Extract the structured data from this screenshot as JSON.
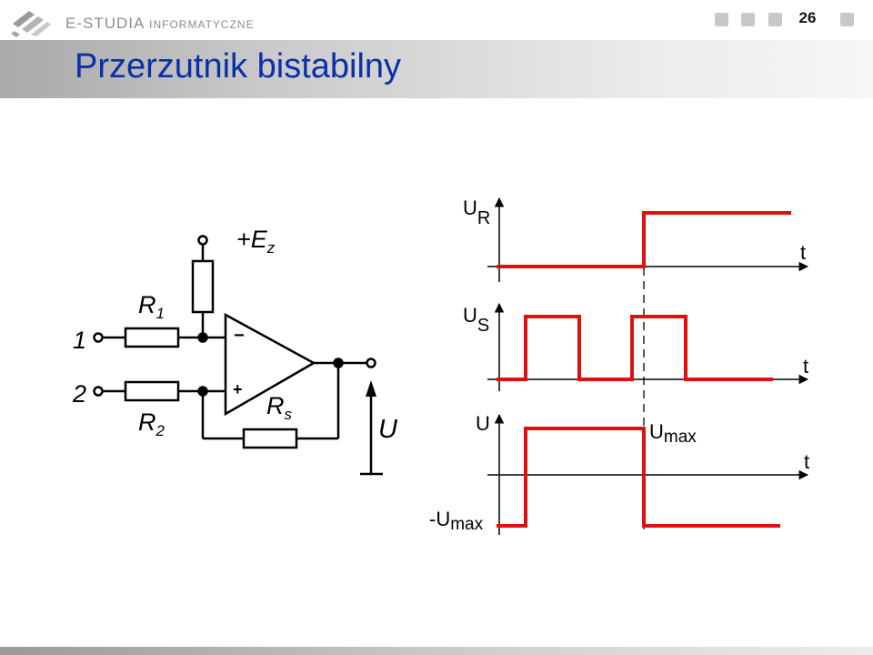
{
  "header": {
    "logo_text": "E-STUDIA",
    "logo_subtext": "INFORMATYCZNE",
    "page_number": "26"
  },
  "slide": {
    "title": "Przerzutnik bistabilny"
  },
  "circuit": {
    "supply_label": "+E",
    "supply_sub": "z",
    "r1_label": "R",
    "r1_sub": "1",
    "r2_label": "R",
    "r2_sub": "2",
    "rs_label": "R",
    "rs_sub": "s",
    "input1_label": "1",
    "input2_label": "2",
    "minus_sign": "−",
    "plus_sign": "+",
    "output_label": "U"
  },
  "waveforms": {
    "ur_label": "U",
    "ur_sub": "R",
    "us_label": "U",
    "us_sub": "S",
    "u_label": "U",
    "t_label": "t",
    "umax_label": "U",
    "umax_sub": "max",
    "neg_umax_label": "-U",
    "neg_umax_sub": "max"
  },
  "colors": {
    "title": "#0b2fa8",
    "signal": "#e01010"
  }
}
